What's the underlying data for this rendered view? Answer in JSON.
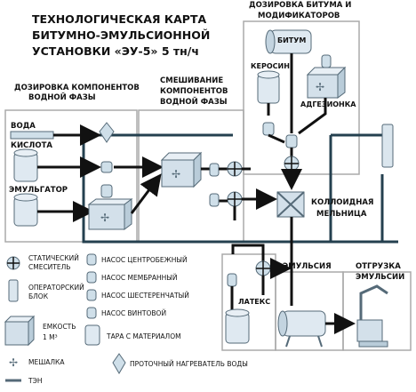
{
  "title": [
    "ТЕХНОЛОГИЧЕСКАЯ КАРТА",
    "БИТУМНО-ЭМУЛЬСИОННОЙ",
    "УСТАНОВКИ «ЭУ-5» 5 тн/ч"
  ],
  "sections": {
    "water_dosing": [
      "ДОЗИРОВКА КОМПОНЕНТОВ",
      "ВОДНОЙ ФАЗЫ"
    ],
    "water_mixing": [
      "СМЕШИВАНИЕ",
      "КОМПОНЕНТОВ",
      "ВОДНОЙ ФАЗЫ"
    ],
    "bitumen_dosing": [
      "ДОЗИРОВКА БИТУМА И",
      "МОДИФИКАТОРОВ"
    ],
    "emulsion": "ЭМУЛЬСИЯ",
    "shipping": [
      "ОТГРУЗКА",
      "ЭМУЛЬСИИ"
    ]
  },
  "labels": {
    "water": "ВОДА",
    "acid": "КИСЛОТА",
    "emulsifier": "ЭМУЛЬГАТОР",
    "bitumen": "БИТУМ",
    "kerosene": "КЕРОСИН",
    "adhesion": "АДГЕЗИОНКА",
    "mill": [
      "КОЛЛОИДНАЯ",
      "МЕЛЬНИЦА"
    ],
    "latex": "ЛАТЕКС"
  },
  "legend": {
    "static_mixer": [
      "СТАТИЧЕСКИЙ",
      "СМЕСИТЕЛЬ"
    ],
    "operator_unit": [
      "ОПЕРАТОРСКИЙ",
      "БЛОК"
    ],
    "tank": [
      "ЕМКОСТЬ",
      "1 М³"
    ],
    "stirrer": "МЕШАЛКА",
    "heater_element": "ТЭН",
    "pump_centrifugal": "НАСОС ЦЕНТРОБЕЖНЫЙ",
    "pump_membrane": "НАСОС МЕМБРАННЫЙ",
    "pump_gear": "НАСОС ШЕСТЕРЕНЧАТЫЙ",
    "pump_screw": "НАСОС ВИНТОВОЙ",
    "container": "ТАРА С МАТЕРИАЛОМ",
    "water_heater": "ПРОТОЧНЫЙ НАГРЕВАТЕЛЬ ВОДЫ"
  }
}
